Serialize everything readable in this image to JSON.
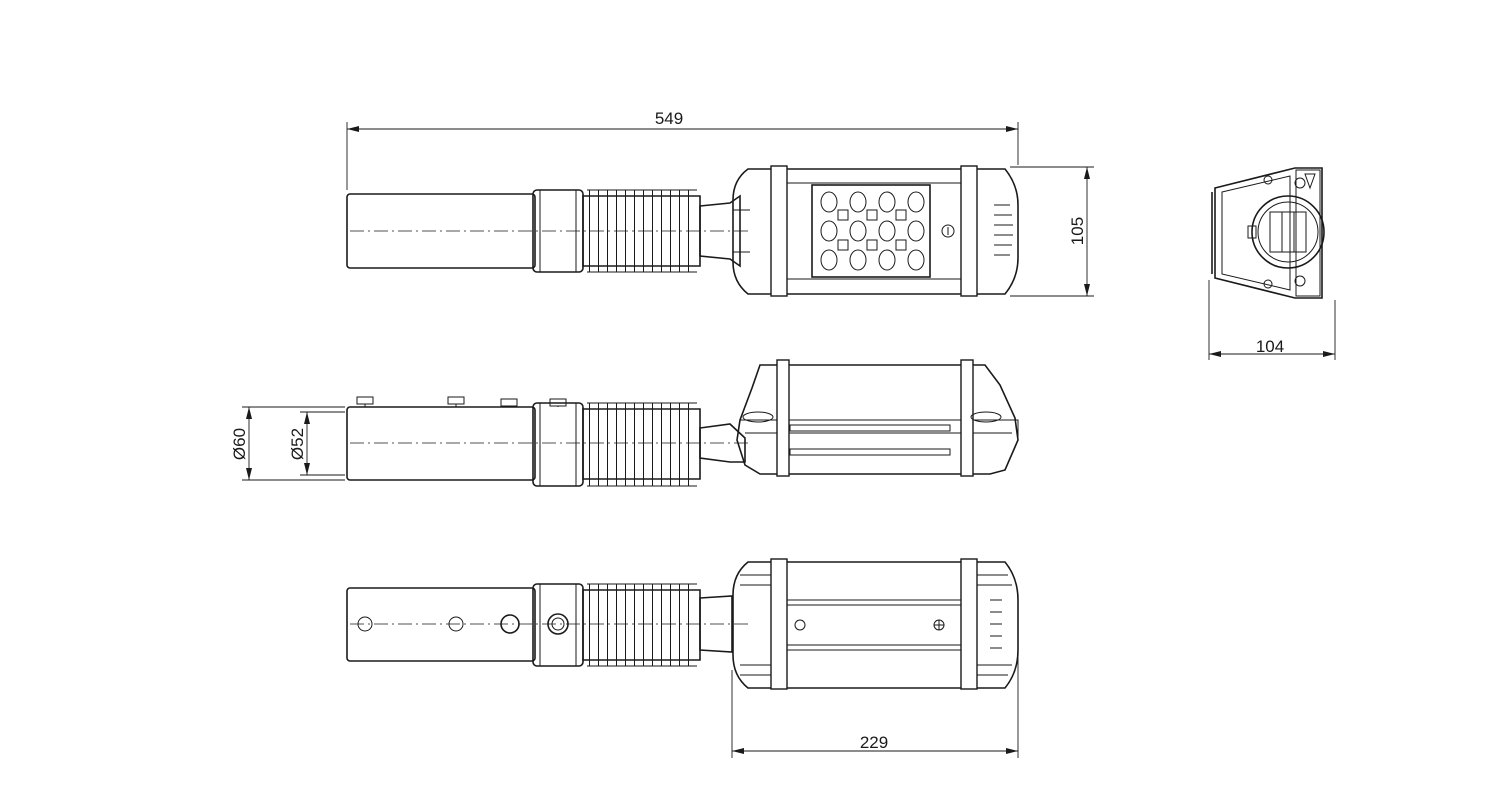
{
  "drawing": {
    "dimensions": {
      "overall_length": "549",
      "head_height": "105",
      "head_width": "104",
      "outer_diameter": "Ø60",
      "inner_diameter": "Ø52",
      "head_length": "229"
    },
    "views": [
      "top-view",
      "side-view",
      "bottom-view",
      "end-view"
    ]
  }
}
